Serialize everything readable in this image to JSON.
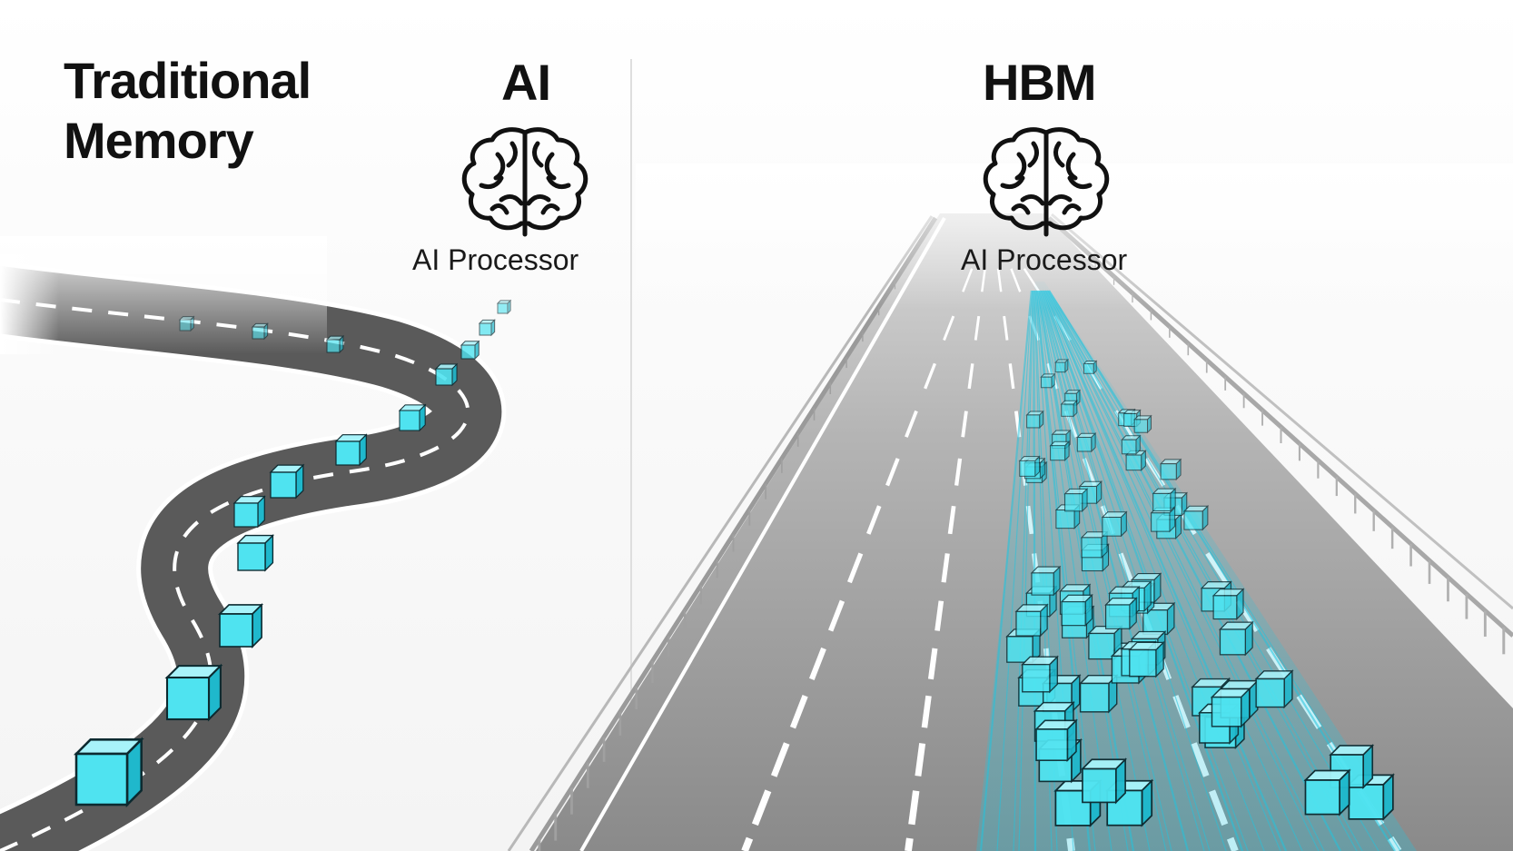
{
  "left_panel": {
    "title": "Traditional Memory",
    "processor_title": "AI",
    "processor_icon": "brain-icon",
    "processor_label": "AI Processor"
  },
  "right_panel": {
    "title": "HBM",
    "processor_icon": "brain-icon",
    "processor_label": "AI Processor"
  },
  "colors": {
    "road": "#5a5a5a",
    "road_edge": "#ffffff",
    "highway": "#8e8e8e",
    "data_block": "#4fe3f0",
    "data_block_edge": "#0c2a30",
    "data_stream": "#22c4de",
    "divider": "#dedede"
  }
}
